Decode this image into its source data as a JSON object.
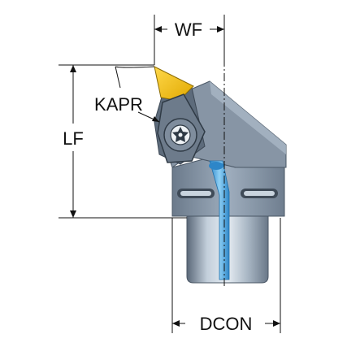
{
  "dimensions": {
    "wf": "WF",
    "kapr": "KAPR",
    "lf": "LF",
    "dcon": "DCON"
  },
  "colors": {
    "line": "#111111",
    "body_dark": "#5f6e7f",
    "body_mid": "#8a99aa",
    "body_light": "#b9c6d3",
    "insert": "#f2c200",
    "coolant": "#4aa8e6"
  }
}
